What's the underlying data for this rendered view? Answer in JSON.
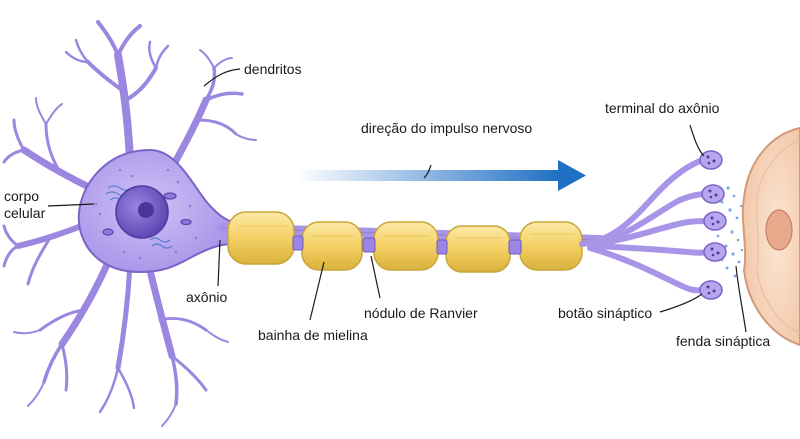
{
  "labels": {
    "dendrites": "dendritos",
    "cell_body": [
      "corpo",
      "celular"
    ],
    "axon": "axônio",
    "myelin_sheath": "bainha de mielina",
    "node_of_ranvier": "nódulo de Ranvier",
    "impulse_direction": "direção do impulso nervoso",
    "axon_terminal": "terminal do axônio",
    "synaptic_button": "botão sináptico",
    "synaptic_cleft": "fenda sináptica"
  },
  "colors": {
    "neuron_fill": "#b7a6ee",
    "neuron_stroke": "#7b64c8",
    "nucleus": "#7a63c9",
    "myelin_fill": "#f5d56b",
    "myelin_stroke": "#c9a535",
    "arrow": "#1f6fc4",
    "target_cell": "#f6d5bd",
    "target_nucleus": "#e7a88b",
    "vesicles": "#7aa8de"
  }
}
